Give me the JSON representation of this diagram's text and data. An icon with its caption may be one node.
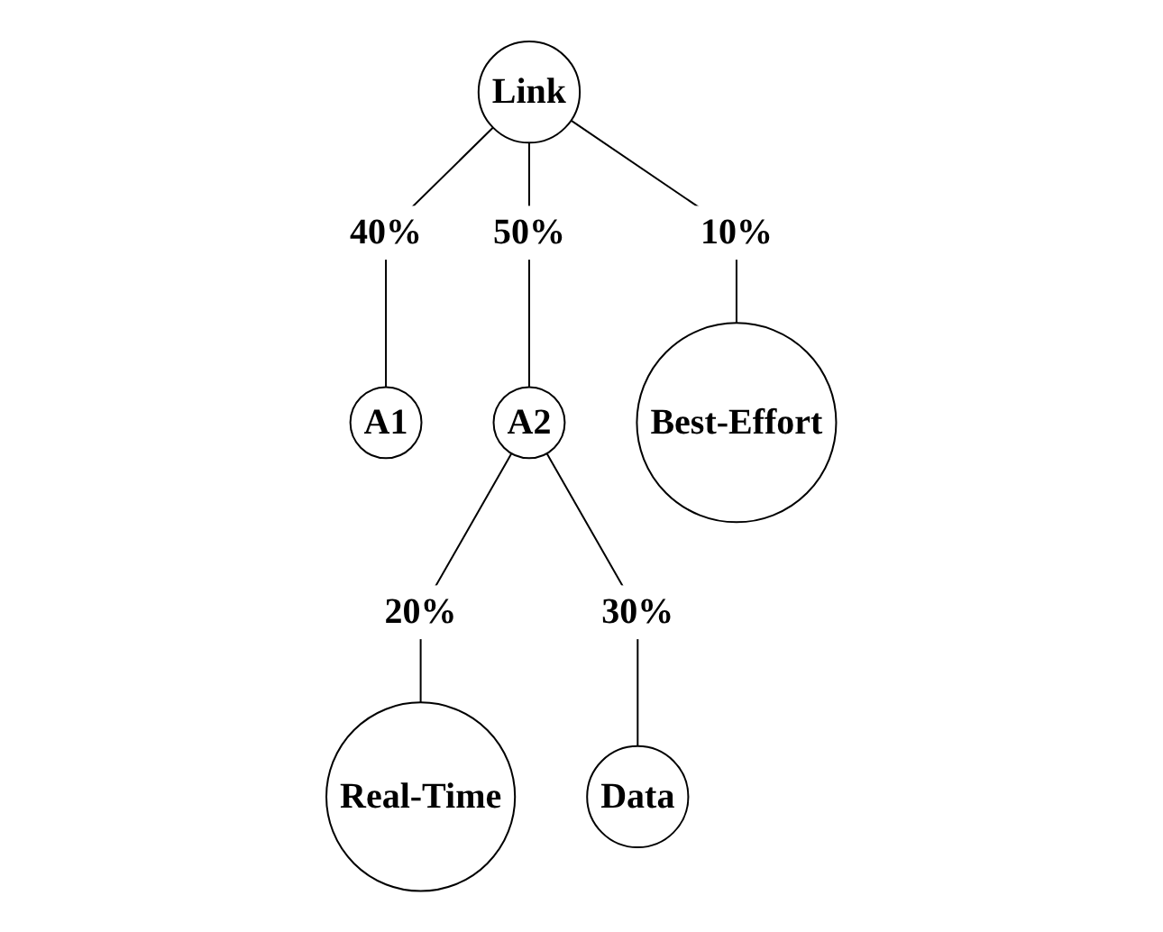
{
  "diagram": {
    "nodes": [
      {
        "text": [
          "Link"
        ]
      },
      {
        "text": [
          "A1"
        ]
      },
      {
        "text": [
          "A2"
        ]
      },
      {
        "text": [
          "Best-Effort"
        ]
      },
      {
        "text": [
          "Real-Time"
        ]
      },
      {
        "text": [
          "Data"
        ]
      }
    ],
    "edges": [
      {
        "from": 0,
        "to": 1,
        "arrow": "none",
        "label": "40%"
      },
      {
        "from": 0,
        "to": 2,
        "arrow": "none",
        "label": "50%"
      },
      {
        "from": 0,
        "to": 3,
        "arrow": "none",
        "label": "10%"
      },
      {
        "from": 2,
        "to": 4,
        "arrow": "none",
        "label": "20%"
      },
      {
        "from": 2,
        "to": 5,
        "arrow": "none",
        "label": "30%"
      }
    ]
  }
}
